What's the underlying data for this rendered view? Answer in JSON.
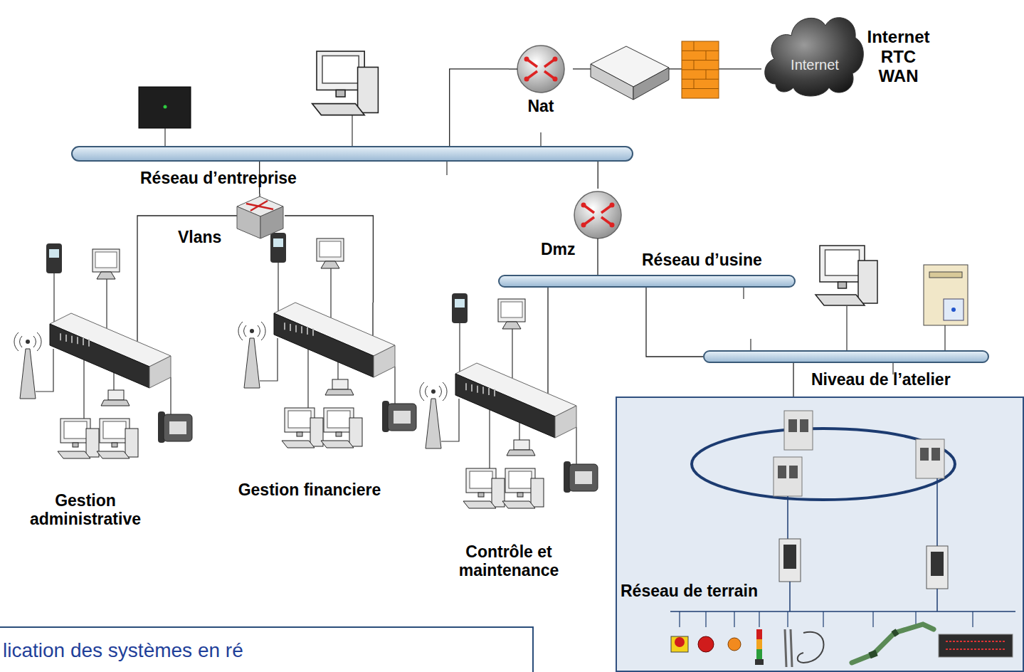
{
  "diagram": {
    "nodes": [
      {
        "text": [
          "Internet",
          "Internet RTC WAN"
        ]
      },
      {
        "text": [
          "Nat"
        ]
      },
      {
        "text": [
          "Réseau d’entreprise"
        ]
      },
      {
        "text": [
          "Vlans"
        ]
      },
      {
        "text": [
          "Dmz"
        ]
      },
      {
        "text": [
          "Réseau d’usine"
        ]
      },
      {
        "text": [
          "Niveau de l’atelier"
        ]
      },
      {
        "text": [
          "Gestion administrative"
        ]
      },
      {
        "text": [
          "Gestion financiere"
        ]
      },
      {
        "text": [
          "Contrôle et maintenance"
        ]
      },
      {
        "text": [
          "Réseau de terrain"
        ]
      }
    ],
    "edges": [
      {
        "from": 1,
        "to": 0,
        "arrow": "none"
      },
      {
        "from": 2,
        "to": 1,
        "arrow": "none"
      },
      {
        "from": 2,
        "to": 3,
        "arrow": "none"
      },
      {
        "from": 2,
        "to": 4,
        "arrow": "none"
      },
      {
        "from": 3,
        "to": 7,
        "arrow": "none"
      },
      {
        "from": 3,
        "to": 8,
        "arrow": "none"
      },
      {
        "from": 4,
        "to": 5,
        "arrow": "none"
      },
      {
        "from": 5,
        "to": 9,
        "arrow": "none"
      },
      {
        "from": 5,
        "to": 6,
        "arrow": "none"
      },
      {
        "from": 6,
        "to": 10,
        "arrow": "none"
      }
    ],
    "labels": [
      "lication des systèmes en ré"
    ]
  }
}
